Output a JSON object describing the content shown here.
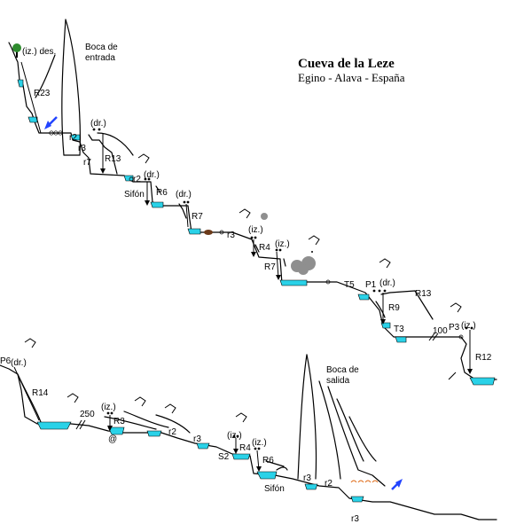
{
  "title": "Cueva de la Leze",
  "subtitle": "Egino - Alava - España",
  "labels": {
    "entrance_name": [
      "Boca de",
      "entrada"
    ],
    "exit_name": [
      "Boca de",
      "salida"
    ],
    "iz_des": "(iz.) des.",
    "r23": "R23",
    "dr1": "(dr.)",
    "r2a": "r2",
    "r3a": "r3",
    "r13a": "R13",
    "r7a": "r7",
    "r2b": "r2",
    "dr2": "(dr.)",
    "sifon1": "Sifón",
    "r6a": "R6",
    "dr3": "(dr.)",
    "r7b": "R7",
    "r3b": "r3",
    "iz1": "(iz.)",
    "r4a": "R4",
    "iz2": "(iz.)",
    "r7c": "R7",
    "t5": "T5",
    "p1": "P1",
    "dr4": "(dr.)",
    "r13b": "R13",
    "r9": "R9",
    "t3": "T3",
    "n100": "100",
    "p3": "P3",
    "iz3": "(iz.)",
    "r12": "R12",
    "p6": "P6",
    "dr5": "(dr.)",
    "r14": "R14",
    "n250": "250",
    "iz4": "(iz.)",
    "r3c": "R3",
    "at": "@",
    "r2c": "r2",
    "r3d": "r3",
    "iz5": "(iz.)",
    "s2": "S2",
    "r4b": "R4",
    "iz6": "(iz.)",
    "r6b": "R6",
    "sifon2": "Sifón",
    "r3e": "r3",
    "r2d": "r2",
    "r3f": "r3"
  },
  "colors": {
    "water": "#2ad2e8",
    "arrow": "#2244ff",
    "tree": "#2e8b2e",
    "blob": "#8f8f8f",
    "mud": "#6b3a1a",
    "gravel": "#e07020"
  },
  "icons": {
    "flow_arrow": "river-flow-icon",
    "entrance_arrow": "blue-arrow-icon",
    "tree": "tree-icon"
  }
}
